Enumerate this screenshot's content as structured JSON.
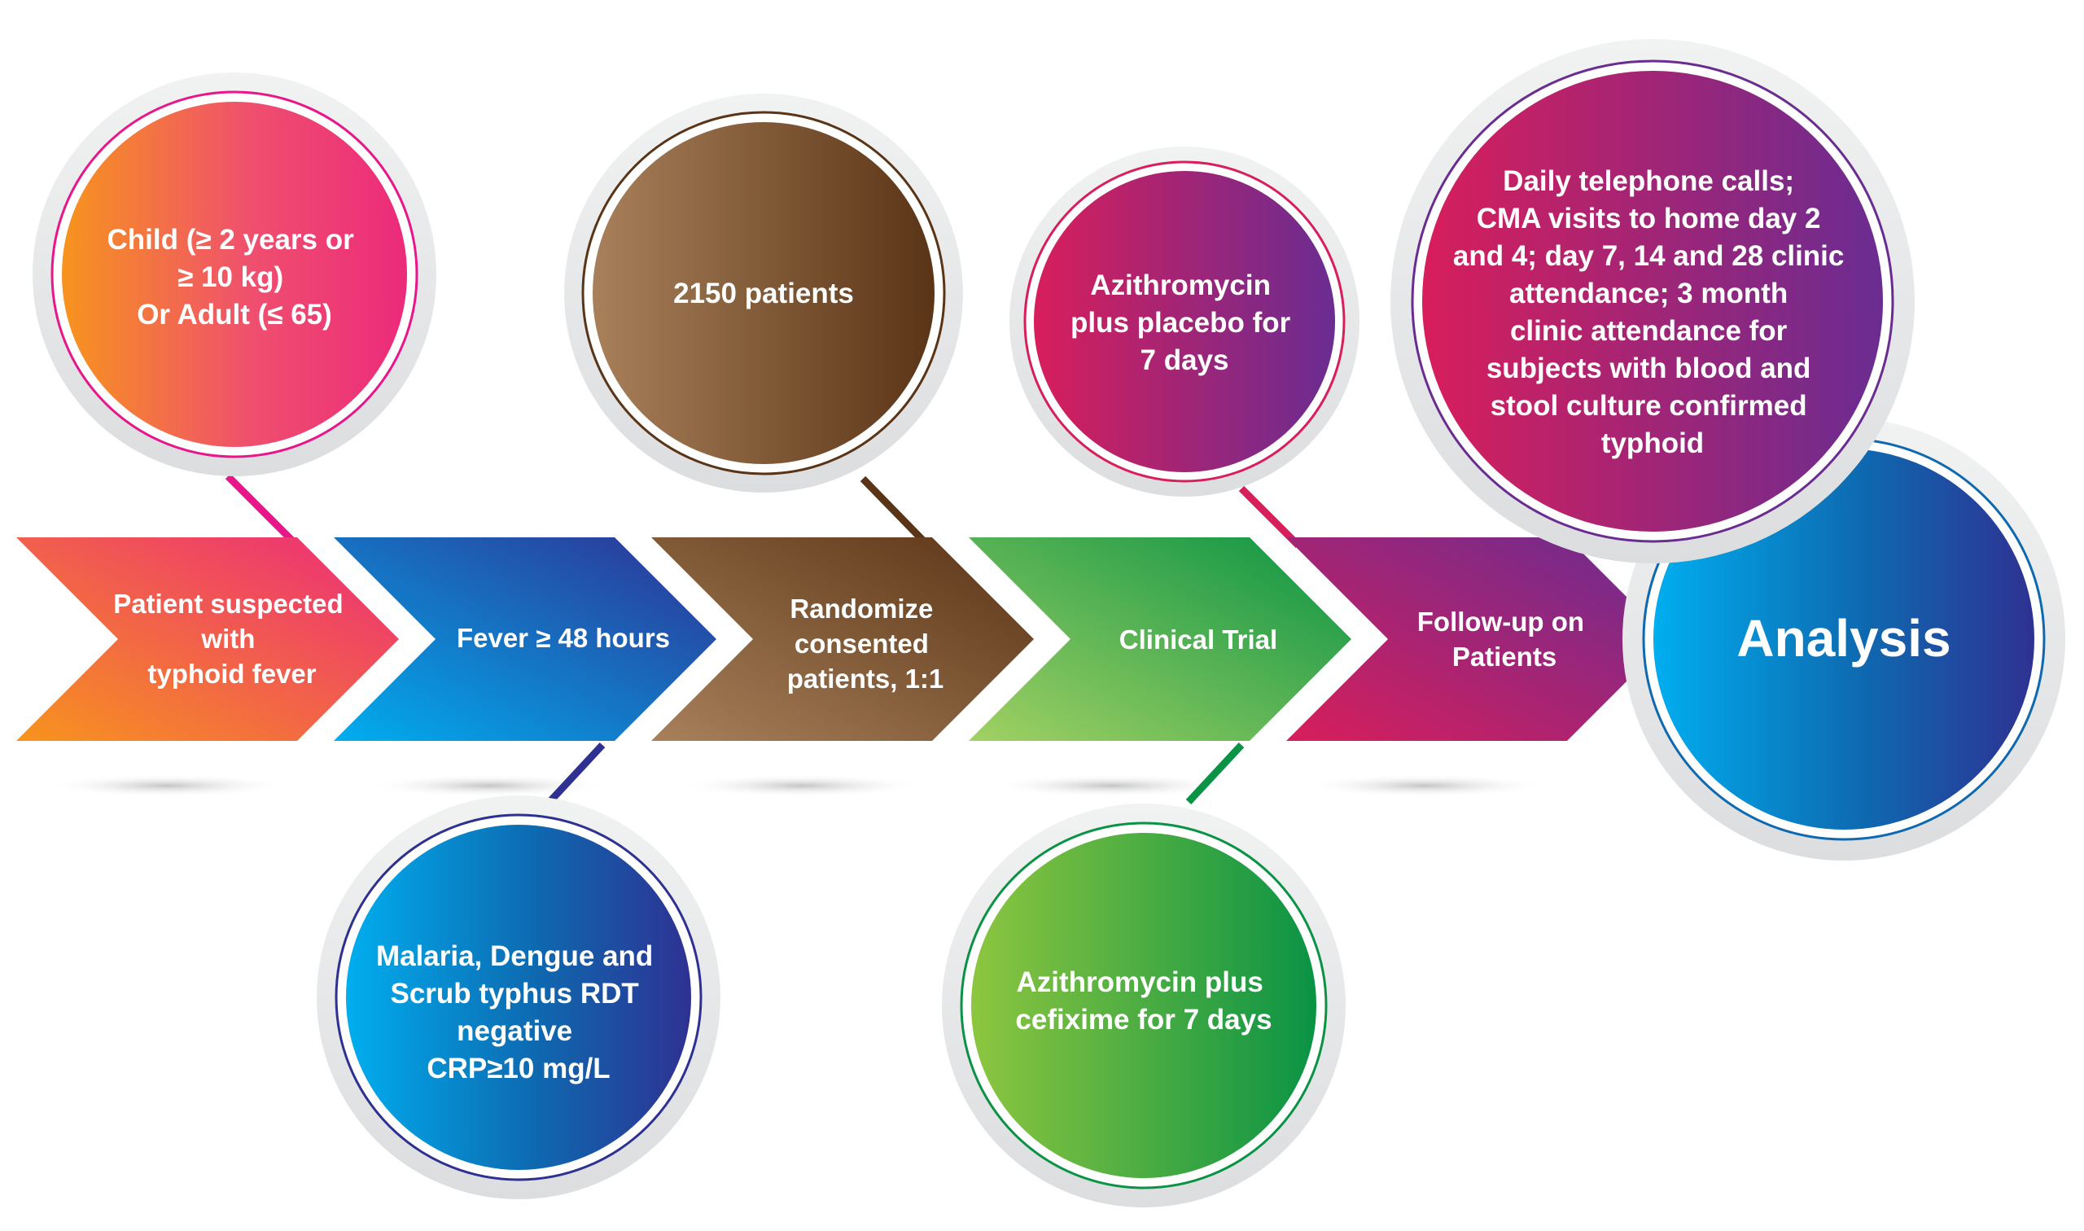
{
  "steps": [
    {
      "id": "step1",
      "lines": [
        "Patient suspected",
        "with",
        "typhoid fever"
      ]
    },
    {
      "id": "step2",
      "lines": [
        "Fever ≥ 48 hours"
      ]
    },
    {
      "id": "step3",
      "lines": [
        "Randomize",
        "consented",
        "patients, 1:1"
      ]
    },
    {
      "id": "step4",
      "lines": [
        "Clinical Trial"
      ]
    },
    {
      "id": "step5",
      "lines": [
        "Follow-up on",
        "Patients"
      ]
    }
  ],
  "bubbles": {
    "inclusion": {
      "lines": [
        "Child  (≥ 2 years or",
        "≥ 10 kg)",
        "Or Adult (≤ 65)"
      ]
    },
    "tests": {
      "lines": [
        "Malaria, Dengue and",
        "Scrub typhus RDT",
        "negative",
        "CRP≥10 mg/L"
      ]
    },
    "sample": {
      "lines": [
        "2150 patients"
      ]
    },
    "arm_placebo": {
      "lines": [
        "Azithromycin",
        "plus placebo for",
        "7 days"
      ]
    },
    "arm_cefixime": {
      "lines": [
        "Azithromycin plus",
        "cefixime for 7 days"
      ]
    },
    "followup": {
      "lines": [
        "Daily telephone calls;",
        "CMA visits to home day 2",
        "and 4; day 7, 14 and 28 clinic",
        "attendance; 3 month",
        "clinic attendance for",
        "subjects with blood and",
        "stool culture confirmed",
        "typhoid"
      ]
    },
    "analysis": {
      "lines": [
        "Analysis"
      ]
    }
  },
  "colors": {
    "orange_pink": [
      "#f7941d",
      "#ec2a7b"
    ],
    "cyan_navy": [
      "#00aeef",
      "#2e3192"
    ],
    "light_dark_brown": [
      "#a8805a",
      "#5a3416"
    ],
    "light_dark_green": [
      "#8dc63f",
      "#0a9345"
    ],
    "crimson_purple": [
      "#d81e5b",
      "#6a2c91"
    ],
    "halo": "#e6e7e8"
  }
}
